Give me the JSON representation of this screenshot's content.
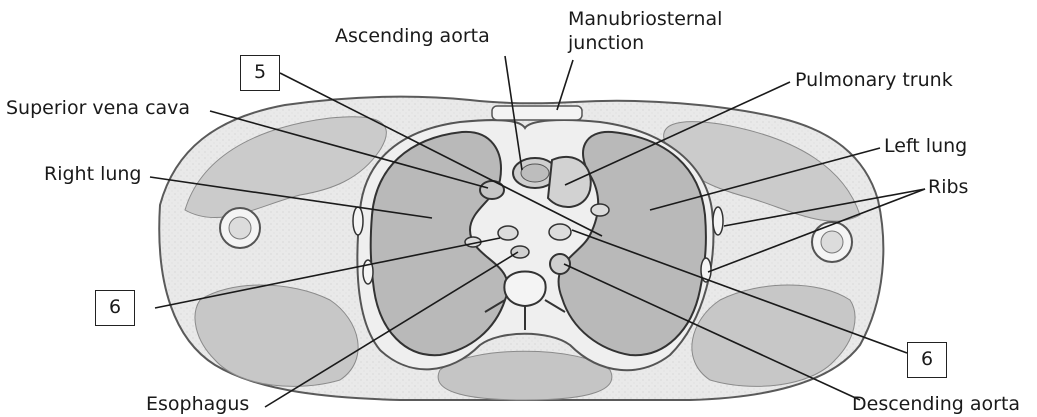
{
  "labels": {
    "ascending_aorta": "Ascending aorta",
    "manubriosternal": "Manubriosternal\njunction",
    "pulmonary_trunk": "Pulmonary trunk",
    "superior_vena_cava": "Superior vena cava",
    "left_lung": "Left lung",
    "right_lung": "Right lung",
    "ribs": "Ribs",
    "esophagus": "Esophagus",
    "descending_aorta": "Descending aorta"
  },
  "boxes": {
    "box_5": "5",
    "box_6_left": "6",
    "box_6_right": "6"
  },
  "colors": {
    "body_outline": "#5a5a5a",
    "skin": "#ececec",
    "muscle": "#c9c9c9",
    "lung": "#b7b7b7",
    "bone": "#f4f4f4",
    "leader": "#1a1a1a"
  }
}
